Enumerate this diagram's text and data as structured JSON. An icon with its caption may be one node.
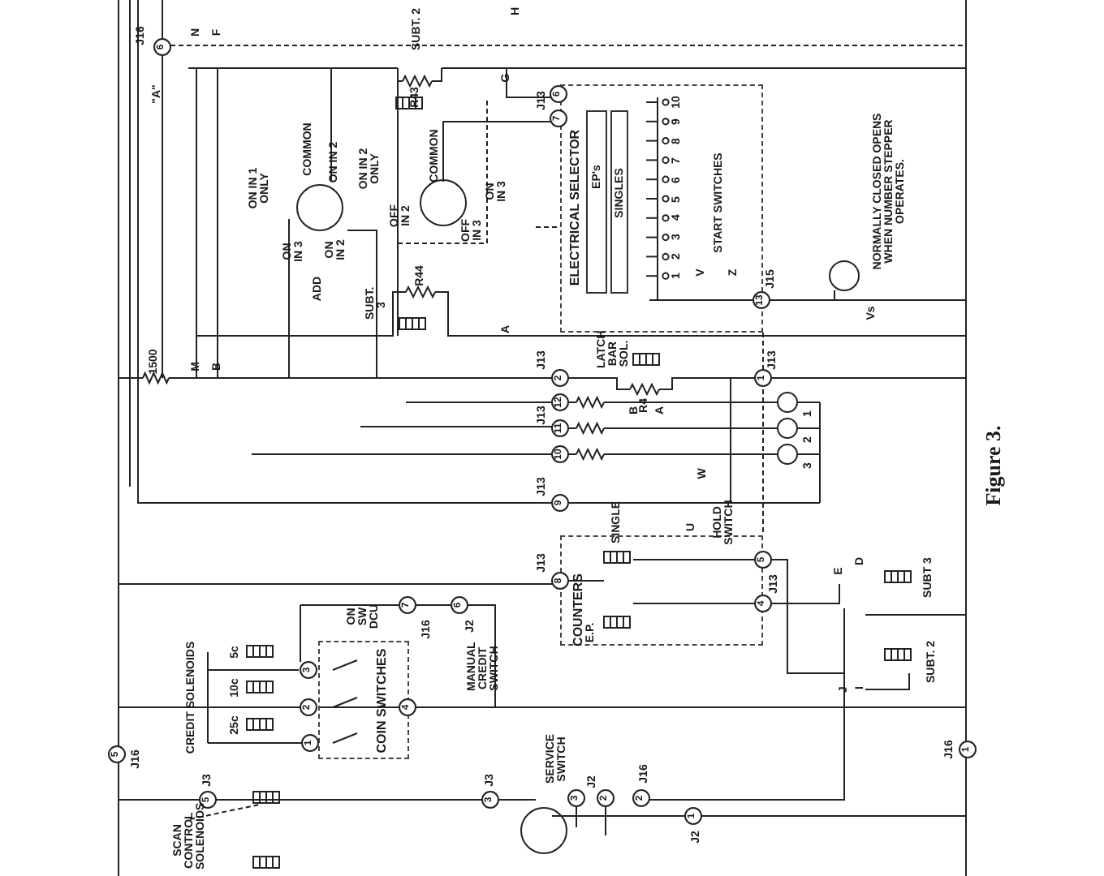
{
  "diagram": {
    "caption": "Figure 3.",
    "nodes": [
      {
        "text": [
          "ELECTRICAL SELECTOR"
        ]
      },
      {
        "text": [
          "EP's"
        ],
        "in": 0
      },
      {
        "text": [
          "SINGLES"
        ],
        "in": 0
      },
      {
        "text": [
          "COUNTERS"
        ]
      },
      {
        "text": [
          "COIN SWITCHES"
        ]
      }
    ],
    "labels": [
      "J16",
      "6",
      "\"A\"",
      "N",
      "F",
      "SUBT. 2",
      "H",
      "R43",
      "G",
      "COMMON",
      "ON IN 2",
      "ON IN 2 ONLY",
      "ON IN 1 ONLY",
      "ON IN 3",
      "ON IN 2",
      "ADD",
      "COMMON",
      "OFF IN 2",
      "ON IN 3",
      "OFF IN 3",
      "R44",
      "SUBT. 3",
      "A",
      "1500",
      "M",
      "B",
      "J13",
      "6",
      "7",
      "10",
      "9",
      "8",
      "7",
      "6",
      "5",
      "4",
      "3",
      "2",
      "1",
      "START SWITCHES",
      "V",
      "Z",
      "J15",
      "13",
      "NORMALLY CLOSED OPENS WHEN NUMBER STEPPER OPERATES.",
      "Vs",
      "J13",
      "2",
      "LATCH BAR SOL.",
      "R4",
      "J13",
      "1",
      "J13",
      "12",
      "11",
      "10",
      "B",
      "A",
      "1",
      "2",
      "3",
      "J13",
      "9",
      "SINGLE",
      "W",
      "U",
      "HOLD SWITCH",
      "5",
      "J13",
      "8",
      "J13",
      "4",
      "E.P.",
      "E",
      "D",
      "SUBT 3",
      "J",
      "I",
      "SUBT. 2",
      "J16",
      "1",
      "J16",
      "7",
      "6",
      "ON SW DCU",
      "J2",
      "5c",
      "10c",
      "25c",
      "3",
      "2",
      "1",
      "4",
      "CREDIT SOLENOIDS",
      "MANUAL CREDIT SWITCH",
      "5",
      "J16",
      "J3",
      "5",
      "SCAN CONTROL SOLENOIDS",
      "J3",
      "3",
      "SERVICE SWITCH",
      "J2",
      "3",
      "2",
      "J16",
      "2",
      "1",
      "J2"
    ]
  }
}
